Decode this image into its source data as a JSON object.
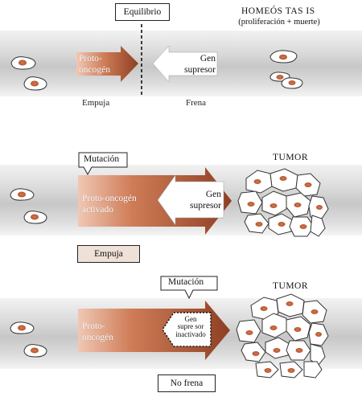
{
  "panel1": {
    "top_label": "Equilibrio",
    "title_line1": "HOMEÓS TAS IS",
    "title_line2": "(proliferación + muerte)",
    "oncogene_line1": "Proto-",
    "oncogene_line2": "oncogén",
    "suppressor_line1": "Gen",
    "suppressor_line2": "supresor",
    "push_label": "Empuja",
    "brake_label": "Frena"
  },
  "panel2": {
    "mutation_label": "Mutación",
    "tumor_label": "TUMOR",
    "oncogene_line1": "Proto-oncogén",
    "oncogene_line2": "activado",
    "suppressor_line1": "Gen",
    "suppressor_line2": "supresor",
    "bottom_label": "Empuja"
  },
  "panel3": {
    "mutation_label": "Mutación",
    "tumor_label": "TUMOR",
    "oncogene_line1": "Proto-",
    "oncogene_line2": "oncogén",
    "suppressor_line1": "Gen",
    "suppressor_line2": "supre sor",
    "suppressor_line3": "inactivado",
    "bottom_label": "No frena"
  },
  "colors": {
    "arrow_dark": "#9c4a2c",
    "arrow_light": "#e9b8a2",
    "nucleus": "#c8663e",
    "band_gray": "#cfcfcf",
    "box_tan": "#efe1d7"
  }
}
